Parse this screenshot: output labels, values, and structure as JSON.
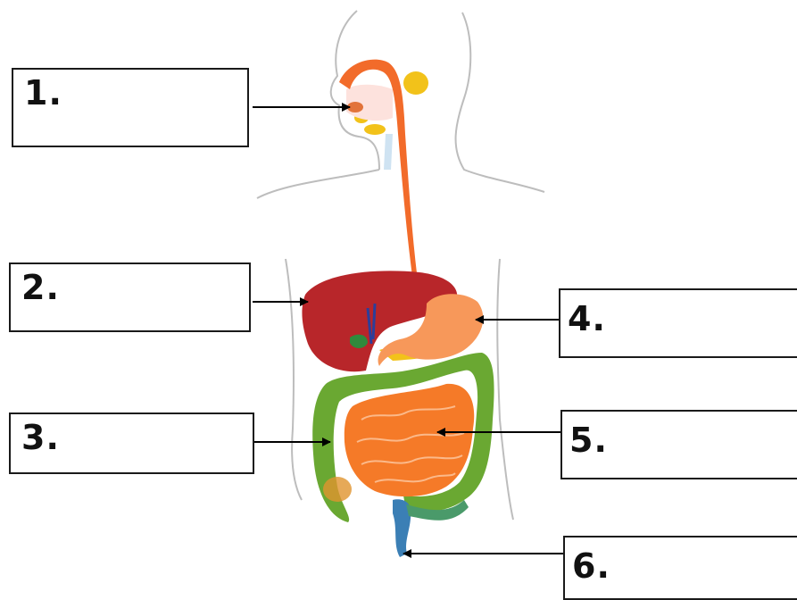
{
  "labels": [
    {
      "id": "1",
      "text": "1."
    },
    {
      "id": "2",
      "text": "2."
    },
    {
      "id": "3",
      "text": "3."
    },
    {
      "id": "4",
      "text": "4."
    },
    {
      "id": "5",
      "text": "5."
    },
    {
      "id": "6",
      "text": "6."
    }
  ],
  "colors": {
    "esophagus": "#f26b2a",
    "liver": "#b8262a",
    "large_intestine": "#6aa832",
    "small_intestine": "#f57a28",
    "stomach": "#f7985a",
    "salivary_glands": "#f2c21a",
    "rectum": "#3b7fb5",
    "outline": "#bdbdbd",
    "arrow": "#000000"
  }
}
